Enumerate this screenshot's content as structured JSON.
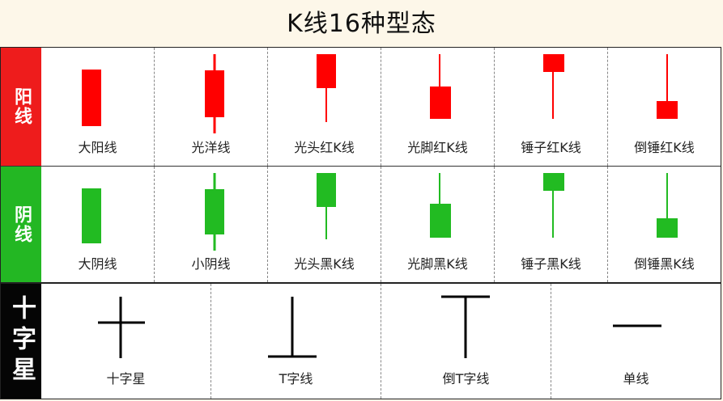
{
  "title": "K线16种型态",
  "colors": {
    "yang": "#ff0000",
    "yin": "#22bb22",
    "cross": "#000000"
  },
  "rows": [
    {
      "label": "阳线",
      "items": [
        {
          "name": "大阳线",
          "shape": "body-only"
        },
        {
          "name": "光洋线",
          "shape": "both-shadows"
        },
        {
          "name": "光头红K线",
          "shape": "lower-shadow-top"
        },
        {
          "name": "光脚红K线",
          "shape": "upper-shadow-bottom"
        },
        {
          "name": "锤子红K线",
          "shape": "hammer"
        },
        {
          "name": "倒锤红K线",
          "shape": "inverted-hammer"
        }
      ]
    },
    {
      "label": "阴线",
      "items": [
        {
          "name": "大阴线",
          "shape": "body-only"
        },
        {
          "name": "小阴线",
          "shape": "both-shadows"
        },
        {
          "name": "光头黑K线",
          "shape": "lower-shadow-top"
        },
        {
          "name": "光脚黑K线",
          "shape": "upper-shadow-bottom"
        },
        {
          "name": "锤子黑K线",
          "shape": "hammer"
        },
        {
          "name": "倒锤黑K线",
          "shape": "inverted-hammer"
        }
      ]
    },
    {
      "label": "十字星",
      "items": [
        {
          "name": "十字星",
          "shape": "cross"
        },
        {
          "name": "T字线",
          "shape": "inverted-t"
        },
        {
          "name": "倒T字线",
          "shape": "t"
        },
        {
          "name": "单线",
          "shape": "dash"
        }
      ]
    }
  ]
}
